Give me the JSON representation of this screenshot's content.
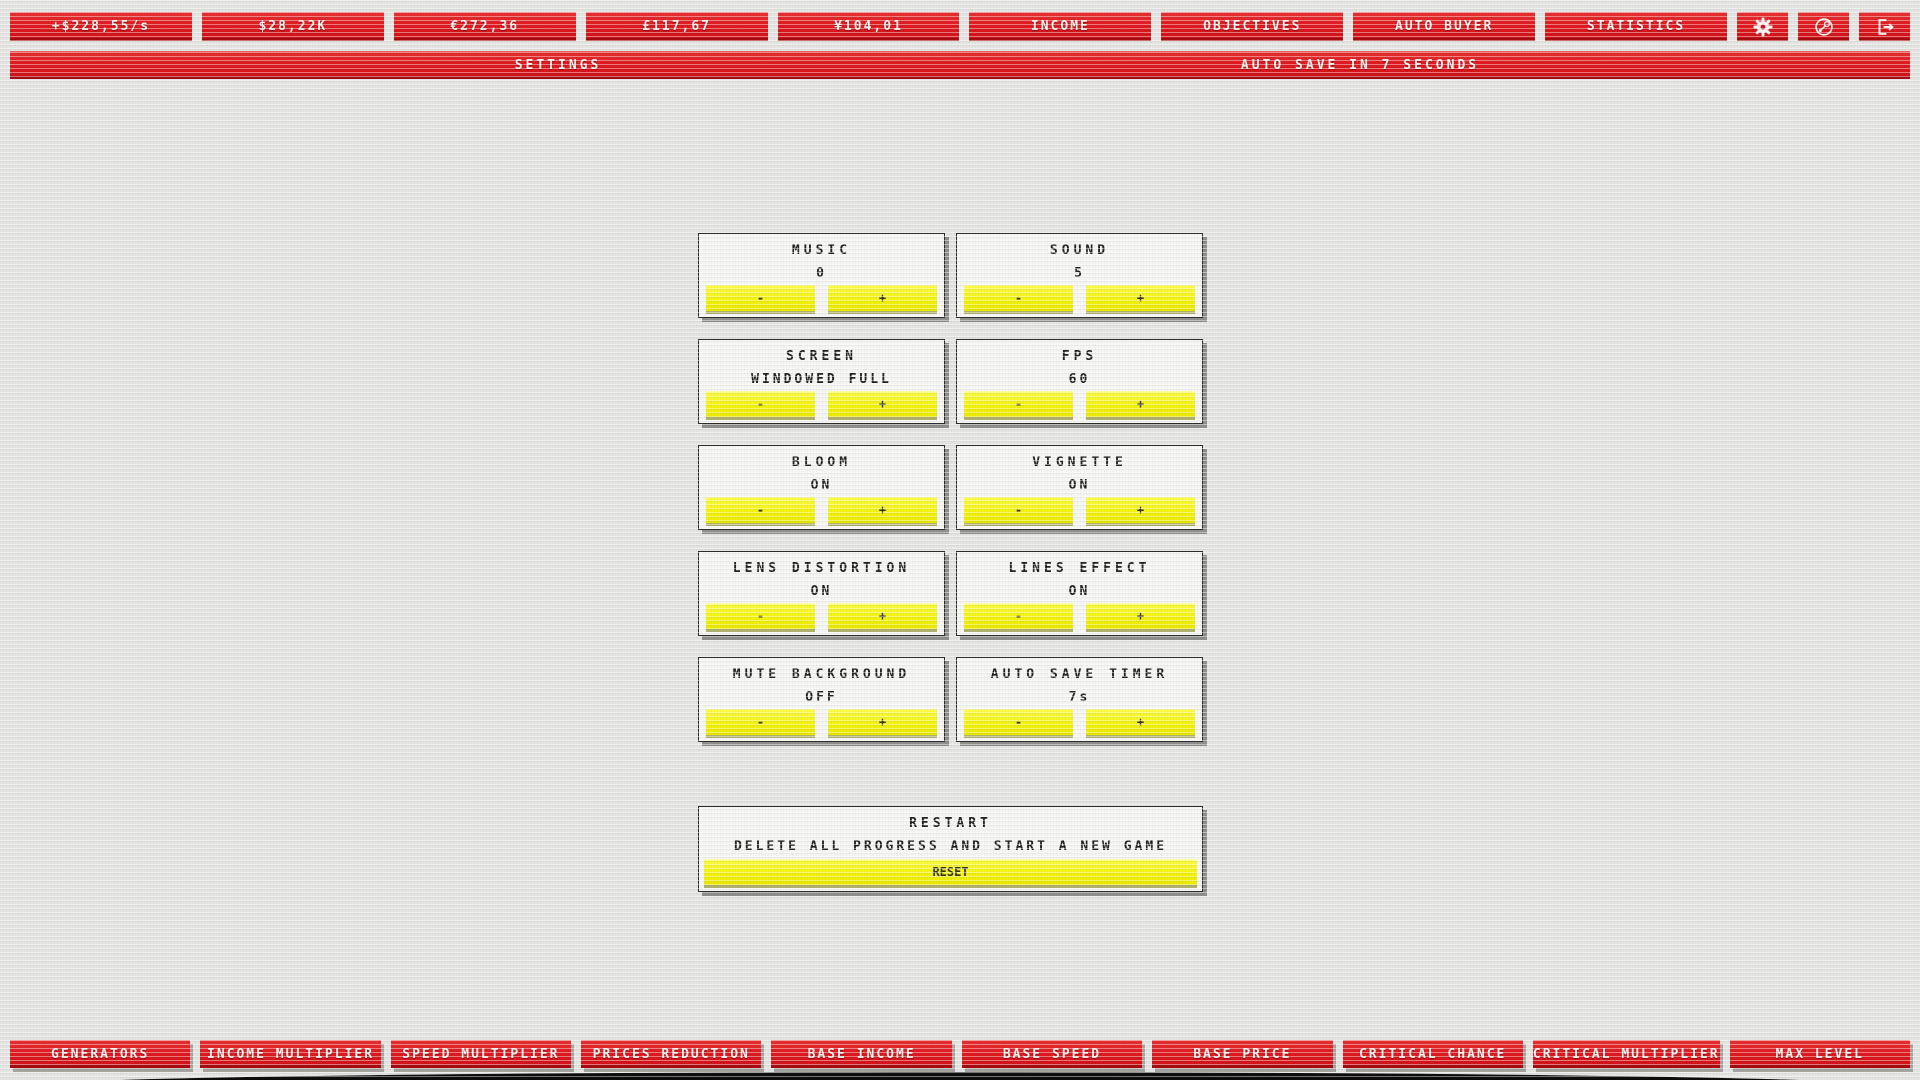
{
  "colors": {
    "red": "#e01a20",
    "red_dark": "#ce1117",
    "yellow": "#f3f30a",
    "background": "#e5e5e3",
    "panel": "#f6f6f4",
    "text_dark": "#232321",
    "text_light": "#f5f4f2"
  },
  "topbar": {
    "buttons": [
      {
        "label": "+$228,55/s"
      },
      {
        "label": "$28,22K"
      },
      {
        "label": "€272,36"
      },
      {
        "label": "£117,67"
      },
      {
        "label": "¥104,01"
      },
      {
        "label": "INCOME"
      },
      {
        "label": "OBJECTIVES"
      },
      {
        "label": "AUTO BUYER"
      },
      {
        "label": "STATISTICS"
      }
    ],
    "icon_buttons": [
      {
        "icon": "gear-icon"
      },
      {
        "icon": "steam-icon"
      },
      {
        "icon": "exit-icon"
      }
    ]
  },
  "header": {
    "title": "SETTINGS",
    "autosave_status": "AUTO SAVE IN 7 SECONDS"
  },
  "settings": {
    "minus_label": "-",
    "plus_label": "+",
    "panels": [
      {
        "title": "MUSIC",
        "value": "0"
      },
      {
        "title": "SOUND",
        "value": "5"
      },
      {
        "title": "SCREEN",
        "value": "WINDOWED FULL"
      },
      {
        "title": "FPS",
        "value": "60"
      },
      {
        "title": "BLOOM",
        "value": "ON"
      },
      {
        "title": "VIGNETTE",
        "value": "ON"
      },
      {
        "title": "LENS DISTORTION",
        "value": "ON"
      },
      {
        "title": "LINES EFFECT",
        "value": "ON"
      },
      {
        "title": "MUTE BACKGROUND",
        "value": "OFF"
      },
      {
        "title": "AUTO SAVE TIMER",
        "value": "7s"
      }
    ],
    "restart": {
      "title": "RESTART",
      "description": "DELETE ALL PROGRESS AND START A NEW GAME",
      "button_label": "RESET"
    }
  },
  "bottombar": {
    "buttons": [
      {
        "label": "GENERATORS"
      },
      {
        "label": "INCOME MULTIPLIER"
      },
      {
        "label": "SPEED MULTIPLIER"
      },
      {
        "label": "PRICES REDUCTION"
      },
      {
        "label": "BASE INCOME"
      },
      {
        "label": "BASE SPEED"
      },
      {
        "label": "BASE PRICE"
      },
      {
        "label": "CRITICAL CHANCE"
      },
      {
        "label": "CRITICAL MULTIPLIER"
      },
      {
        "label": "MAX LEVEL"
      }
    ]
  }
}
